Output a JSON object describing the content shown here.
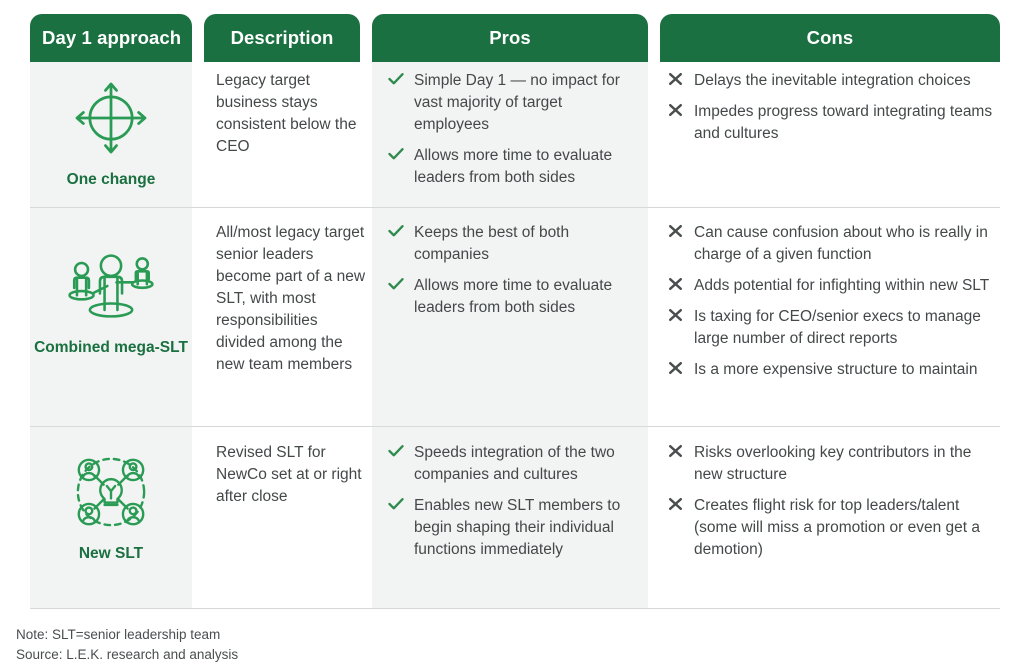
{
  "colors": {
    "header_green": "#1a7040",
    "icon_green": "#2a9b54",
    "label_green": "#1a7040",
    "check_green": "#2f8a4d",
    "cross_gray": "#4a4e4f",
    "band_gray": "#f2f4f3",
    "text_gray": "#444849",
    "rule_gray": "#d6d9d8"
  },
  "table": {
    "columns": [
      {
        "key": "approach",
        "label": "Day 1 approach"
      },
      {
        "key": "description",
        "label": "Description"
      },
      {
        "key": "pros",
        "label": "Pros"
      },
      {
        "key": "cons",
        "label": "Cons"
      }
    ],
    "rows": [
      {
        "approach_label": "One change",
        "approach_icon": "crosshair-arrows-icon",
        "description": "Legacy target business stays consistent below the CEO",
        "pros": [
          "Simple Day 1 — no impact for vast majority of target employees",
          "Allows more time to evaluate leaders from both sides"
        ],
        "cons": [
          "Delays the inevitable integration choices",
          "Impedes progress toward integrating teams and cultures"
        ]
      },
      {
        "approach_label": "Combined mega-SLT",
        "approach_icon": "people-network-icon",
        "description": "All/most legacy target senior leaders become part of a new SLT, with most responsibilities divided among the new team members",
        "pros": [
          "Keeps the best of both companies",
          "Allows more time to evaluate leaders from both sides"
        ],
        "cons": [
          "Can cause confusion about who is really in charge of a given function",
          "Adds potential for infighting within new SLT",
          "Is taxing for CEO/senior execs to manage large number of direct reports",
          "Is a more expensive structure to maintain"
        ]
      },
      {
        "approach_label": "New SLT",
        "approach_icon": "lightbulb-team-icon",
        "description": "Revised SLT for NewCo set at or right after close",
        "pros": [
          "Speeds integration of the two companies and cultures",
          "Enables new SLT members to begin shaping their individual functions immediately"
        ],
        "cons": [
          "Risks overlooking key contributors in the new structure",
          "Creates flight risk for top leaders/talent (some will miss a promotion or even get a demotion)"
        ]
      }
    ]
  },
  "footer": {
    "note": "Note: SLT=senior leadership team",
    "source": "Source: L.E.K. research and analysis"
  }
}
